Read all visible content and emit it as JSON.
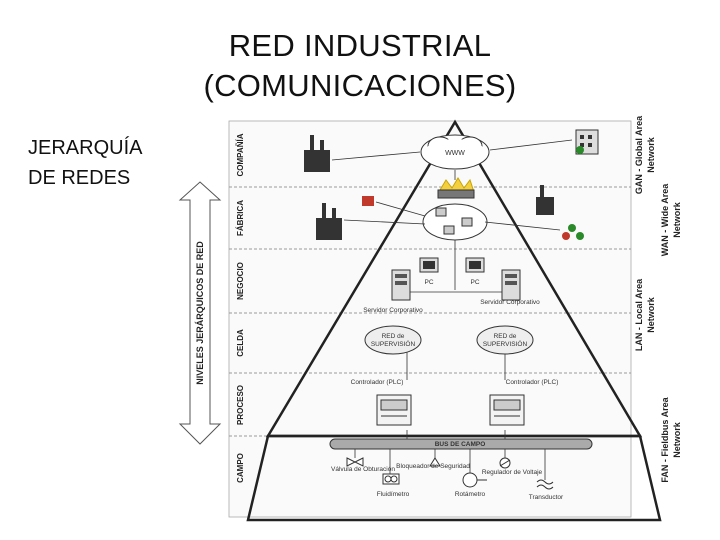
{
  "title_line1": "RED INDUSTRIAL",
  "title_line2": "(COMUNICACIONES)",
  "subtitle_line1": "JERARQUÍA",
  "subtitle_line2": "DE REDES",
  "diagram": {
    "vertical_axis_label": "NIVELES JERÁRQUICOS DE RED",
    "levels": [
      "COMPAÑÍA",
      "FÁBRICA",
      "NEGOCIO",
      "CELDA",
      "PROCESO",
      "CAMPO"
    ],
    "networks": [
      {
        "line1": "GAN - Global Area",
        "line2": "Network"
      },
      {
        "line1": "WAN - Wide Area",
        "line2": "Network"
      },
      {
        "line1": "LAN - Local Area",
        "line2": "Network"
      },
      {
        "line1": "FAN - Fieldbus Area",
        "line2": "Network"
      }
    ],
    "www": "WWW",
    "pc_left": "PC",
    "pc_right": "PC",
    "server_left": "Servidor Corporativo",
    "server_right": "Servidor Corporativo",
    "supervision_left": {
      "line1": "RED de",
      "line2": "SUPERVISIÓN"
    },
    "supervision_right": {
      "line1": "RED de",
      "line2": "SUPERVISIÓN"
    },
    "controller_left": "Controlador (PLC)",
    "controller_right": "Controlador (PLC)",
    "fieldbus": "BUS DE CAMPO",
    "field_devices": [
      "Válvula de Obturación",
      "Bloqueador de Seguridad",
      "Regulador de Voltaje"
    ],
    "field_devices_bottom": [
      "Fluidímetro",
      "Rotámetro",
      "Transductor"
    ]
  }
}
